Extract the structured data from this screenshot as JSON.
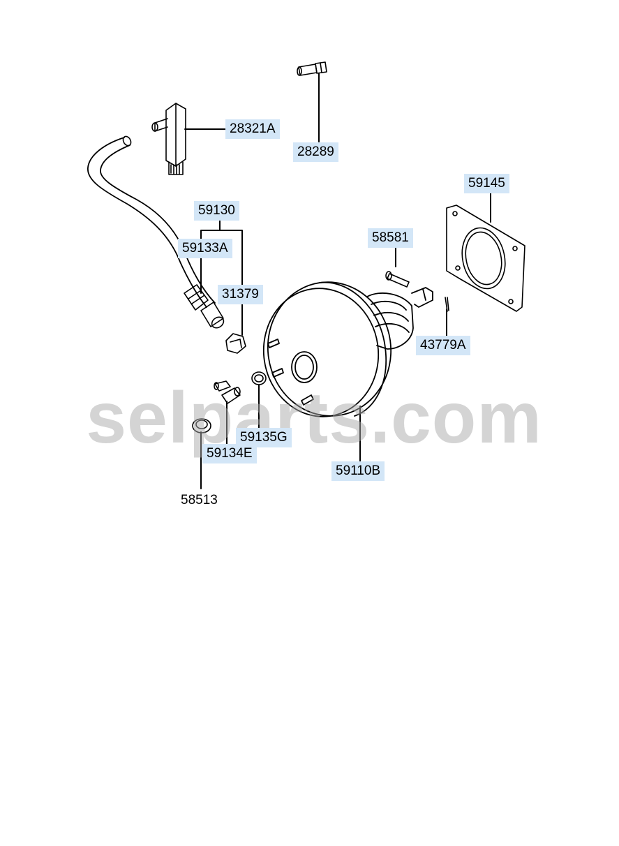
{
  "watermark": "selparts.com",
  "highlight_color": "#d3e6f7",
  "labels": {
    "p28321A": "28321A",
    "p28289": "28289",
    "p59145": "59145",
    "p59130": "59130",
    "p59133A": "59133A",
    "p58581": "58581",
    "p31379": "31379",
    "p43779A": "43779A",
    "p59135G": "59135G",
    "p59134E": "59134E",
    "p59110B": "59110B",
    "p58513": "58513"
  }
}
